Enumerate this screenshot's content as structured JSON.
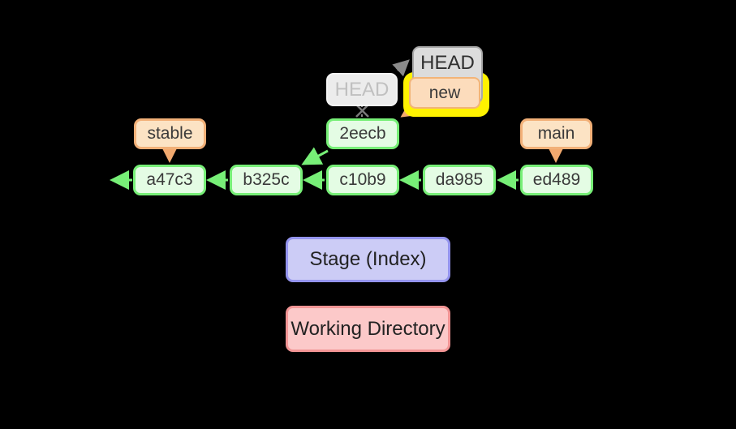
{
  "diagram": {
    "type": "git-commit-graph",
    "nodes": {
      "head_old": {
        "label": "HEAD",
        "state": "faded-previous-position"
      },
      "head_new": {
        "label": "HEAD",
        "state": "current"
      },
      "branch_new": {
        "label": "new",
        "state": "highlighted"
      },
      "branch_stable": {
        "label": "stable"
      },
      "branch_main": {
        "label": "main"
      },
      "commit_2eecb": {
        "label": "2eecb"
      },
      "commit_a47c3": {
        "label": "a47c3"
      },
      "commit_b325c": {
        "label": "b325c"
      },
      "commit_c10b9": {
        "label": "c10b9"
      },
      "commit_da985": {
        "label": "da985"
      },
      "commit_ed489": {
        "label": "ed489"
      }
    },
    "edges": [
      {
        "from": "a47c3",
        "to": "older-history",
        "style": "green-solid"
      },
      {
        "from": "b325c",
        "to": "a47c3",
        "style": "green-solid"
      },
      {
        "from": "c10b9",
        "to": "b325c",
        "style": "green-solid"
      },
      {
        "from": "da985",
        "to": "c10b9",
        "style": "green-solid"
      },
      {
        "from": "ed489",
        "to": "da985",
        "style": "green-solid"
      },
      {
        "from": "2eecb",
        "to": "b325c",
        "style": "green-solid"
      },
      {
        "from": "stable",
        "to": "a47c3",
        "style": "orange-solid"
      },
      {
        "from": "main",
        "to": "ed489",
        "style": "orange-solid"
      },
      {
        "from": "new",
        "to": "2eecb",
        "style": "orange-solid"
      },
      {
        "from": "HEAD-old",
        "to": "HEAD-new",
        "style": "gray-dashed"
      },
      {
        "from": "HEAD-old",
        "to": "2eecb",
        "style": "gray-dashed-crossed-out"
      }
    ],
    "areas": {
      "stage": {
        "label": "Stage (Index)"
      },
      "working": {
        "label": "Working Directory"
      }
    },
    "colors": {
      "background": "#000000",
      "commit_fill": "#e4fce4",
      "commit_border": "#77ef77",
      "branch_fill": "#fce3c4",
      "branch_border": "#f2b078",
      "new_fill": "#fcdcbc",
      "new_border": "#f2b478",
      "highlight_glow": "#fff200",
      "head_fill": "#dcdcdc",
      "head_border": "#a8a8a8",
      "head_faded_fill": "#ececec",
      "head_faded_text": "#c0c0c0",
      "stage_fill": "#ccccf6",
      "stage_border": "#9494ee",
      "working_fill": "#fcc9c9",
      "working_border": "#f29595",
      "green_arrow": "#77ef77",
      "orange_arrow": "#f2a96e",
      "gray_arrow": "#8a8a8a"
    }
  }
}
